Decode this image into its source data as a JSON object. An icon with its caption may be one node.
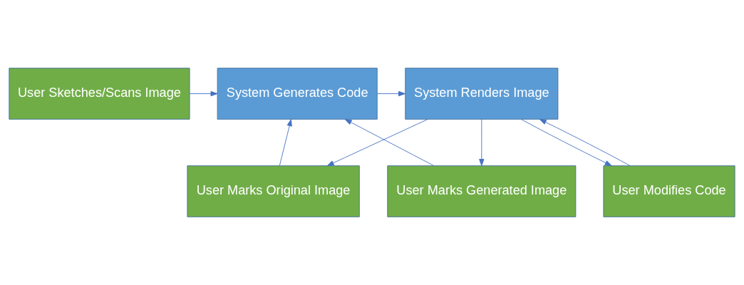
{
  "diagram": {
    "nodes": [
      {
        "text": [
          "User Sketches/Scans Image"
        ]
      },
      {
        "text": [
          "System Generates Code"
        ]
      },
      {
        "text": [
          "System Renders Image"
        ]
      },
      {
        "text": [
          "User Marks Original Image"
        ]
      },
      {
        "text": [
          "User Marks Generated Image"
        ]
      },
      {
        "text": [
          "User Modifies Code"
        ]
      }
    ],
    "edges": [
      {
        "from": 0,
        "to": 1,
        "arrow": "to"
      },
      {
        "from": 1,
        "to": 2,
        "arrow": "to"
      },
      {
        "from": 3,
        "to": 1,
        "arrow": "to"
      },
      {
        "from": 2,
        "to": 3,
        "arrow": "to"
      },
      {
        "from": 4,
        "to": 1,
        "arrow": "to"
      },
      {
        "from": 2,
        "to": 4,
        "arrow": "to"
      },
      {
        "from": 5,
        "to": 2,
        "arrow": "to"
      },
      {
        "from": 2,
        "to": 5,
        "arrow": "to"
      }
    ]
  }
}
